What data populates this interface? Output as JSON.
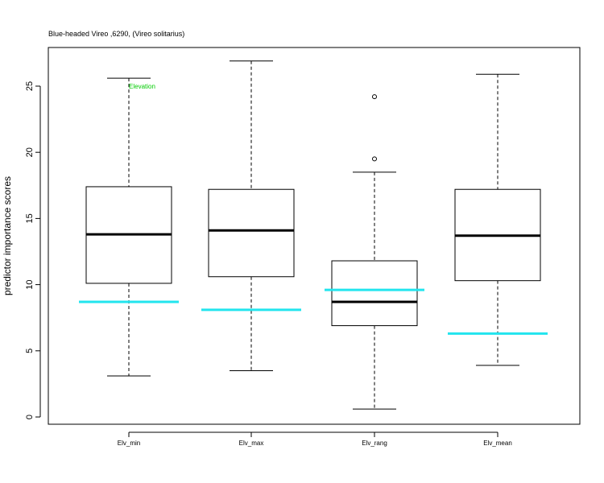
{
  "chart_data": {
    "type": "box",
    "title": "Blue-headed Vireo ,6290, (Vireo solitarius)",
    "xlabel": "",
    "ylabel": "predictor importance scores",
    "ylim": [
      -0.8,
      26.9
    ],
    "yticks": [
      0,
      5,
      10,
      15,
      20,
      25
    ],
    "grid": false,
    "legend": "none",
    "annotation": {
      "text": "Elevation",
      "color": "#00cc00",
      "category_index": 0,
      "y": 25
    },
    "categories": [
      "Elv_min",
      "Elv_max",
      "Elv_rang",
      "Elv_mean"
    ],
    "boxes": [
      {
        "whisker_low": 3.1,
        "q1": 10.1,
        "median": 13.8,
        "q3": 17.4,
        "whisker_high": 25.6,
        "outliers": []
      },
      {
        "whisker_low": 3.5,
        "q1": 10.6,
        "median": 14.1,
        "q3": 17.2,
        "whisker_high": 26.9,
        "outliers": []
      },
      {
        "whisker_low": 0.6,
        "q1": 6.9,
        "median": 8.7,
        "q3": 11.8,
        "whisker_high": 18.5,
        "outliers": [
          19.5,
          24.2
        ]
      },
      {
        "whisker_low": 3.9,
        "q1": 10.3,
        "median": 13.7,
        "q3": 17.2,
        "whisker_high": 25.9,
        "outliers": []
      }
    ],
    "reference": {
      "color": "#22e5ee",
      "values": [
        8.7,
        8.1,
        9.6,
        6.3
      ]
    },
    "colors": {
      "box": "#000000",
      "median": "#000000"
    }
  }
}
